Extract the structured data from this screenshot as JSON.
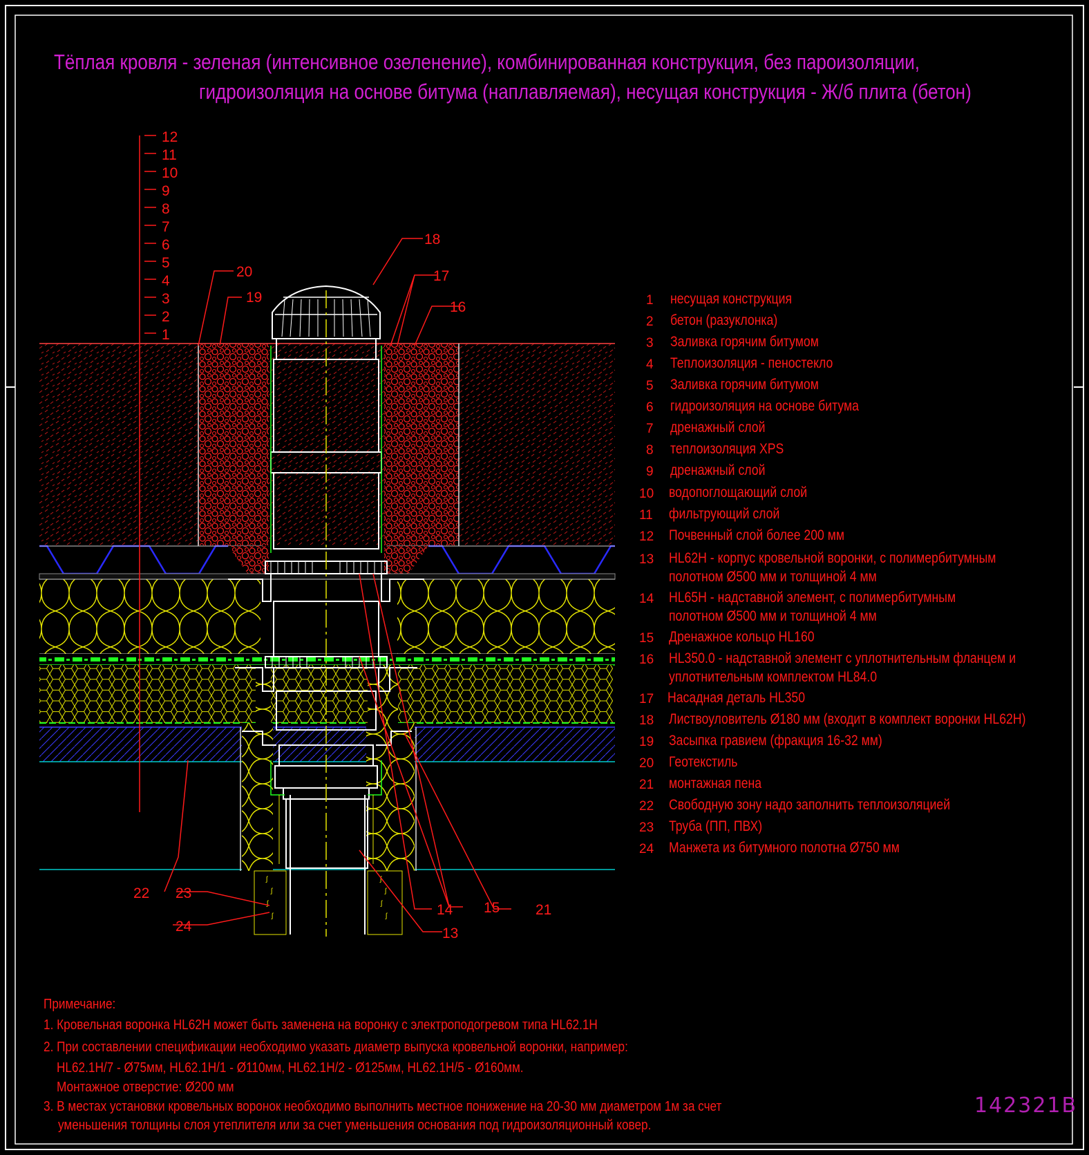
{
  "title": {
    "line1": "Тёплая кровля - зеленая (интенсивное озеленение), комбинированная конструкция, без пароизоляции,",
    "line2": "гидроизоляция на основе битума (наплавляемая), несущая конструкция - Ж/б плита (бетон)"
  },
  "layer_scale": [
    "12",
    "11",
    "10",
    "9",
    "8",
    "7",
    "6",
    "5",
    "4",
    "3",
    "2",
    "1"
  ],
  "callouts": [
    "20",
    "19",
    "18",
    "17",
    "16",
    "22",
    "23",
    "24",
    "14",
    "15",
    "21",
    "13"
  ],
  "legend": [
    {
      "num": "1",
      "text": "несущая конструкция"
    },
    {
      "num": "2",
      "text": "бетон (разуклонка)"
    },
    {
      "num": "3",
      "text": "Заливка горячим битумом"
    },
    {
      "num": "4",
      "text": "Теплоизоляция - пеностекло"
    },
    {
      "num": "5",
      "text": "Заливка горячим битумом"
    },
    {
      "num": "6",
      "text": "гидроизоляция на основе битума"
    },
    {
      "num": "7",
      "text": "дренажный   слой"
    },
    {
      "num": "8",
      "text": "теплоизоляция XPS"
    },
    {
      "num": "9",
      "text": "дренажный   слой"
    },
    {
      "num": "10",
      "text": "водопоглощающий слой"
    },
    {
      "num": "11",
      "text": "фильтрующий слой"
    },
    {
      "num": "12",
      "text": "Почвенный слой более 200 мм"
    },
    {
      "num": "13",
      "text": "HL62H - корпус кровельной воронки, с полимербитумным",
      "text2": "полотном Ø500 мм и толщиной 4 мм"
    },
    {
      "num": "14",
      "text": "HL65H - надставной элемент, с полимербитумным",
      "text2": "полотном Ø500 мм и толщиной 4 мм"
    },
    {
      "num": "15",
      "text": "Дренажное кольцо HL160"
    },
    {
      "num": "16",
      "text": "HL350.0 - надставной элемент с уплотнительным фланцем и",
      "text2": "уплотнительным комплектом HL84.0"
    },
    {
      "num": "17",
      "text": "Насадная деталь HL350"
    },
    {
      "num": "18",
      "text": "Листвоуловитель Ø180 мм (входит в комплект воронки HL62H)"
    },
    {
      "num": "19",
      "text": "Засыпка гравием (фракция 16-32 мм)"
    },
    {
      "num": "20",
      "text": "Геотекстиль"
    },
    {
      "num": "21",
      "text": "монтажная пена"
    },
    {
      "num": "22",
      "text": "Свободную зону надо заполнить теплоизоляцией"
    },
    {
      "num": "23",
      "text": "Труба (ПП, ПВХ)"
    },
    {
      "num": "24",
      "text": "Манжета из битумного полотна Ø750 мм"
    }
  ],
  "notes": {
    "heading": "Примечание:",
    "lines": [
      "1. Кровельная воронка HL62H может быть заменена на воронку с электроподогревом типа HL62.1H",
      "2. При составлении спецификации необходимо указать диаметр выпуска кровельной воронки, например:",
      "HL62.1H/7 - Ø75мм, HL62.1H/1 - Ø110мм, HL62.1H/2 - Ø125мм, HL62.1H/5 - Ø160мм.",
      "Монтажное отверстие: Ø200 мм",
      "3. В местах установки кровельных воронок необходимо выполнить местное понижение на 20-30 мм диаметром 1м за счет",
      "уменьшения толщины слоя утеплителя или за счет уменьшения основания под гидроизоляционный ковер."
    ]
  },
  "drawing_code": "142321B",
  "colors": {
    "background": "#000000",
    "frame": "#ffffff",
    "title": "#d21fd2",
    "text": "#ff1a1a",
    "gravel": "#ff2020",
    "insulation": "#e6e600",
    "drain_mat": "#2a2aff",
    "xps_hatch": "#1fff1f",
    "concrete_hatch": "#3a3aff",
    "cyan_line": "#00cccc"
  }
}
